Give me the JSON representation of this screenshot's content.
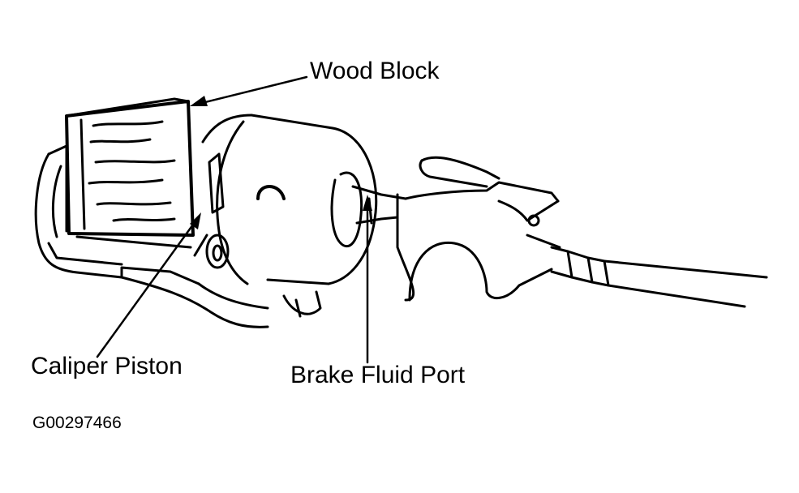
{
  "colors": {
    "ink": "#000000",
    "paper": "#ffffff"
  },
  "labels": {
    "wood_block": "Wood Block",
    "caliper_piston": "Caliper Piston",
    "brake_fluid_port": "Brake Fluid Port"
  },
  "figure_id": "G00297466"
}
